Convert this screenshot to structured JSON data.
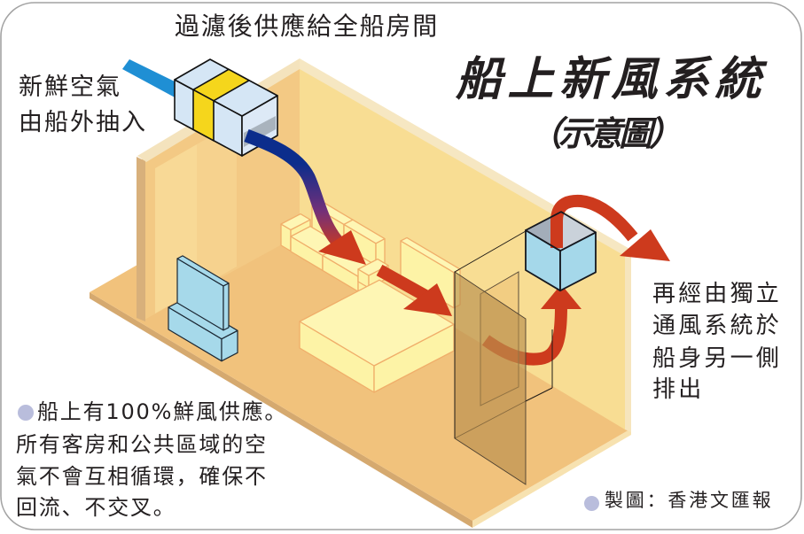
{
  "title": "船上新風系統",
  "subtitle": "（示意圖）",
  "labels": {
    "filter_supply": "過濾後供應給全船房間",
    "fresh_air_intake": [
      "新鮮空氣",
      "由船外抽入"
    ],
    "exhaust": [
      "再經由獨立",
      "通風系統於",
      "船身另一側",
      "排出"
    ]
  },
  "note": {
    "bullet_icon": "bullet-dot",
    "lines": [
      "船上有100%鮮風供應。",
      "所有客房和公共區域的空",
      "氣不會互相循環，確保不",
      "回流、不交叉。"
    ]
  },
  "credit": {
    "bullet_icon": "bullet-dot",
    "text": "製圖：香港文匯報"
  },
  "colors": {
    "fresh_air": "#1f8fd4",
    "supply_duct": "#0c2d8c",
    "airflow": "#cd3a1d",
    "filter_band": "#f5d61c",
    "filter_body": "#d5e6f5",
    "exhaust_unit": "#a5d8ea",
    "furniture": "#fdf3a6",
    "floor": "#f1c27c",
    "wall": "#f8dd93",
    "bullet": "#b9bddc"
  }
}
